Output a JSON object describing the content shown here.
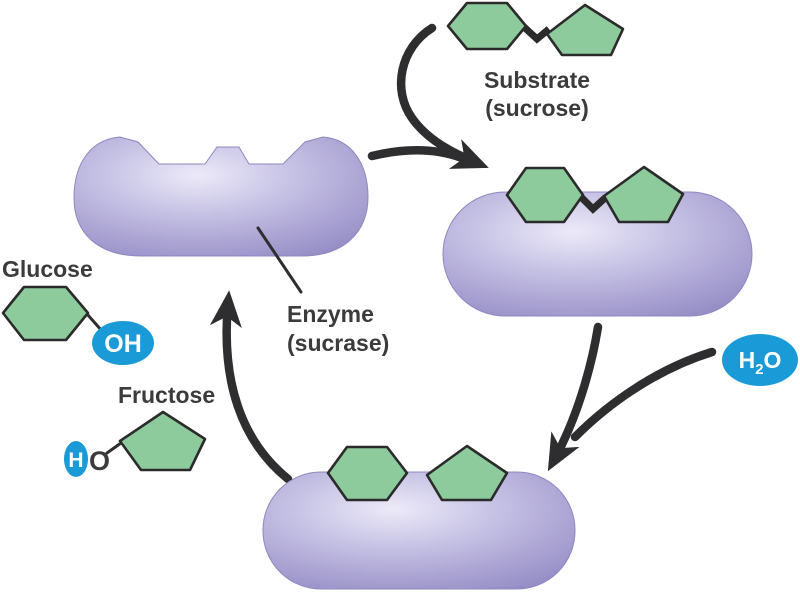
{
  "labels": {
    "substrate_line1": "Substrate",
    "substrate_line2": "(sucrose)",
    "enzyme_line1": "Enzyme",
    "enzyme_line2": "(sucrase)",
    "glucose": "Glucose",
    "fructose": "Fructose",
    "glucose_oh": "OH",
    "fructose_h": "H",
    "fructose_o": "O",
    "water_h": "H",
    "water_sub": "2",
    "water_o": "O"
  },
  "colors": {
    "sugar_green": "#8DCB9D",
    "sugar_outline": "#2B2B2B",
    "enzyme_purple_edge": "#8E87C2",
    "enzyme_purple_highlight": "#ECEAF8",
    "water_blue": "#1A9AD6",
    "arrow_black": "#2E2E30",
    "label_text": "#3B3B3D",
    "background": "#FFFFFF"
  }
}
